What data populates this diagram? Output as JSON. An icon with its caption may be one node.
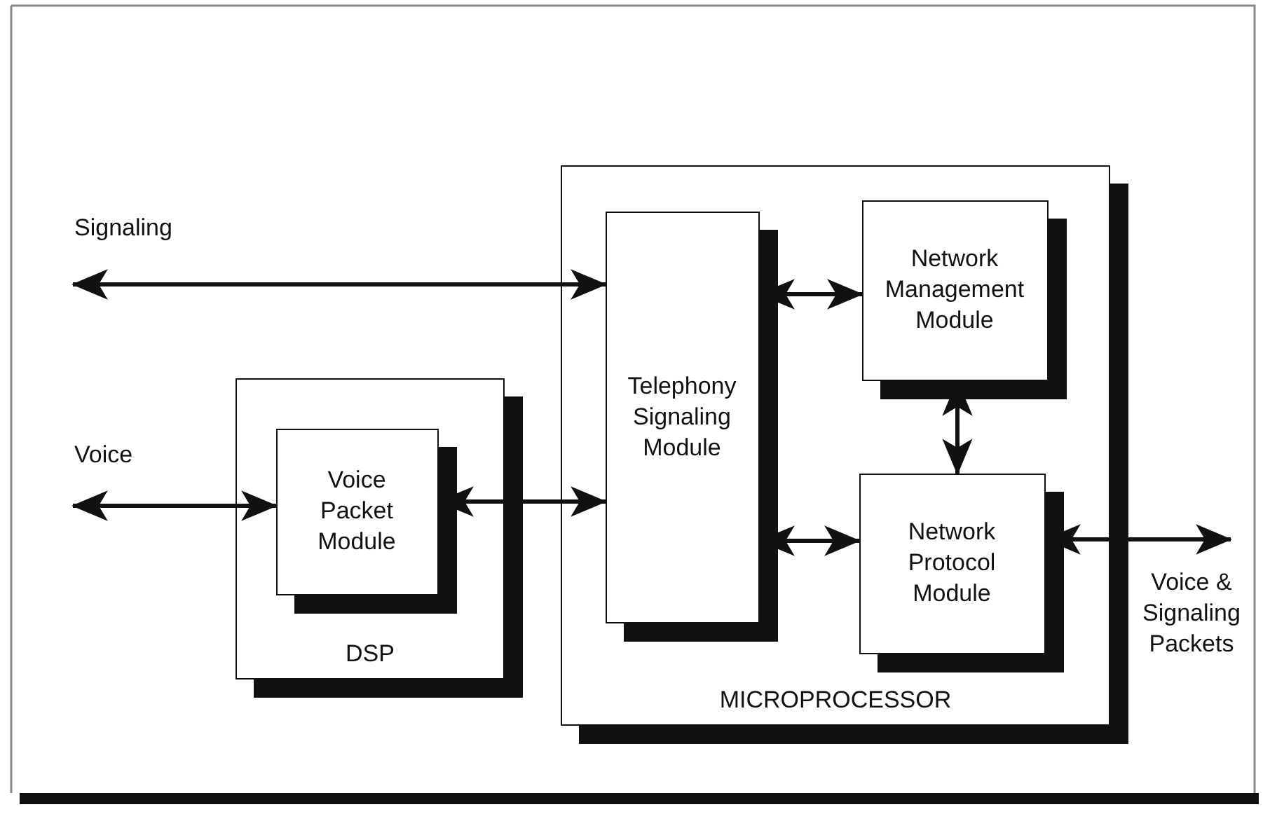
{
  "diagram": {
    "nodes": [
      {
        "text": [
          "DSP"
        ]
      },
      {
        "text": [
          "Voice Packet Module"
        ],
        "in": 0
      },
      {
        "text": [
          "MICROPROCESSOR"
        ]
      },
      {
        "text": [
          "Telephony Signaling Module"
        ],
        "in": 2
      },
      {
        "text": [
          "Network Management Module"
        ],
        "in": 2
      },
      {
        "text": [
          "Network Protocol Module"
        ],
        "in": 2
      }
    ],
    "edges": [
      {
        "from": null,
        "to": 3,
        "arrow": "both",
        "label": "Signaling"
      },
      {
        "from": null,
        "to": 1,
        "arrow": "both",
        "label": "Voice"
      },
      {
        "from": 1,
        "to": 3,
        "arrow": "both"
      },
      {
        "from": 3,
        "to": 4,
        "arrow": "both"
      },
      {
        "from": 3,
        "to": 5,
        "arrow": "both"
      },
      {
        "from": 4,
        "to": 5,
        "arrow": "both"
      },
      {
        "from": 5,
        "to": null,
        "arrow": "both",
        "label": "Voice & Signaling Packets"
      }
    ]
  }
}
